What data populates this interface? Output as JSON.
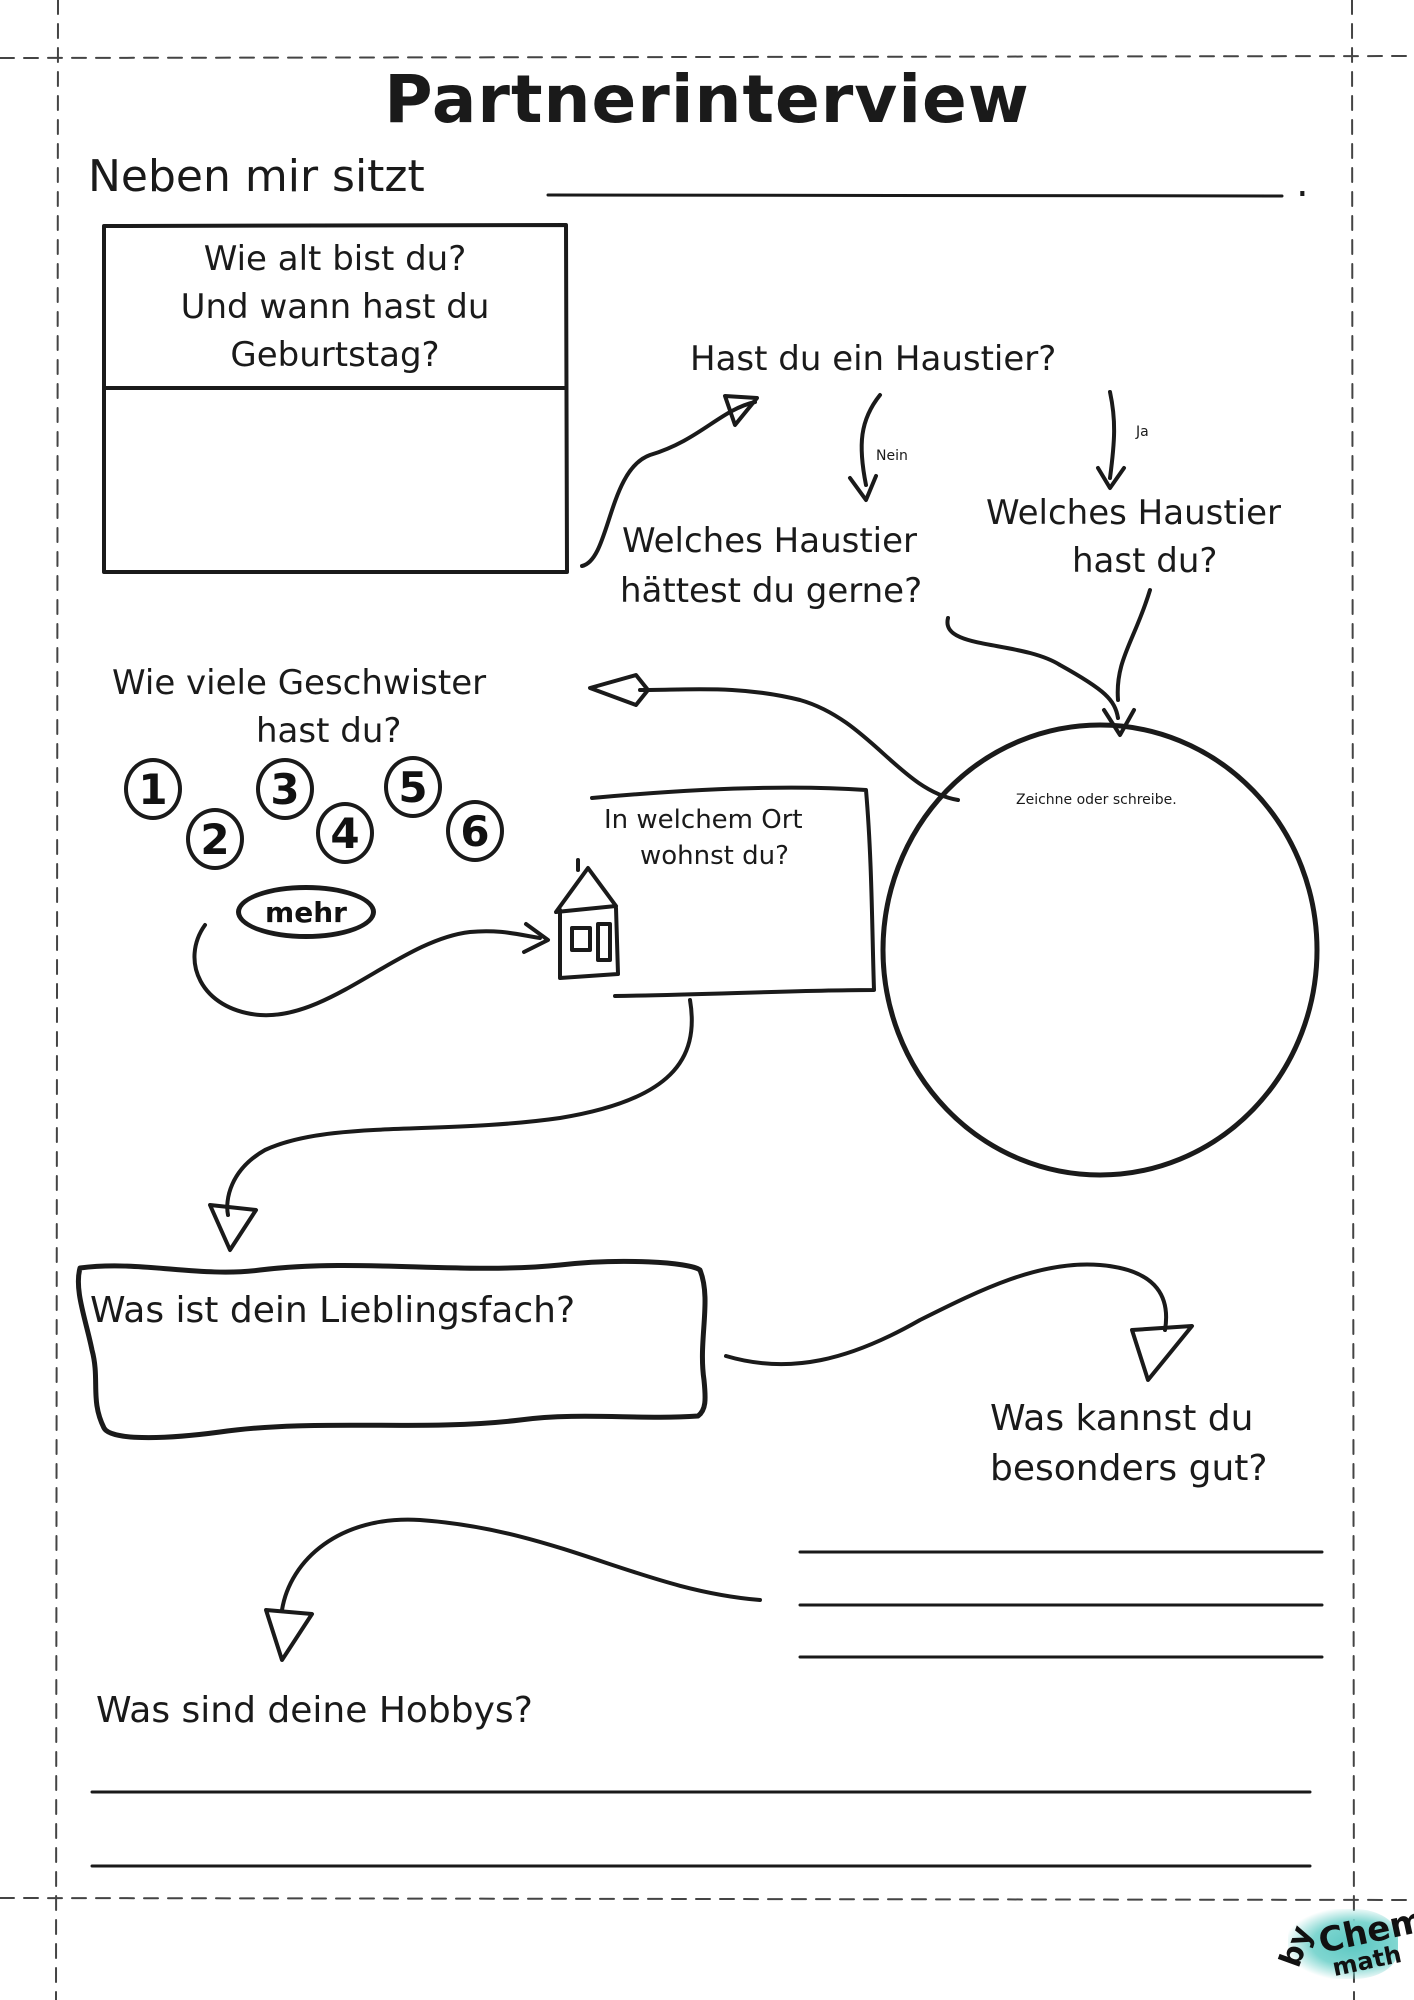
{
  "title": "Partnerinterview",
  "intro_label": "Neben mir sitzt",
  "intro_period": ".",
  "age_box": {
    "line1": "Wie alt bist du?",
    "line2": "Und wann hast du",
    "line3": "Geburtstag?"
  },
  "pet": {
    "question": "Hast du ein Haustier?",
    "no_label": "Nein",
    "yes_label": "Ja",
    "no_followup_line1": "Welches Haustier",
    "no_followup_line2": "hättest du gerne?",
    "yes_followup_line1": "Welches Haustier",
    "yes_followup_line2": "hast du?"
  },
  "draw_circle_label": "Zeichne oder schreibe.",
  "siblings": {
    "line1": "Wie viele Geschwister",
    "line2": "hast du?",
    "options": [
      "1",
      "2",
      "3",
      "4",
      "5",
      "6"
    ],
    "more_label": "mehr"
  },
  "town": {
    "line1": "In welchem Ort",
    "line2": "wohnst du?"
  },
  "subject_question": "Was ist dein Lieblingsfach?",
  "talent": {
    "line1": "Was kannst du",
    "line2": "besonders gut?"
  },
  "hobbies_question": "Was sind deine Hobbys?",
  "logo": {
    "by": "by",
    "chem": "Chem",
    "math": "math",
    "color": "#5cc7c2"
  },
  "colors": {
    "ink": "#1a1a1a",
    "background": "#ffffff"
  }
}
